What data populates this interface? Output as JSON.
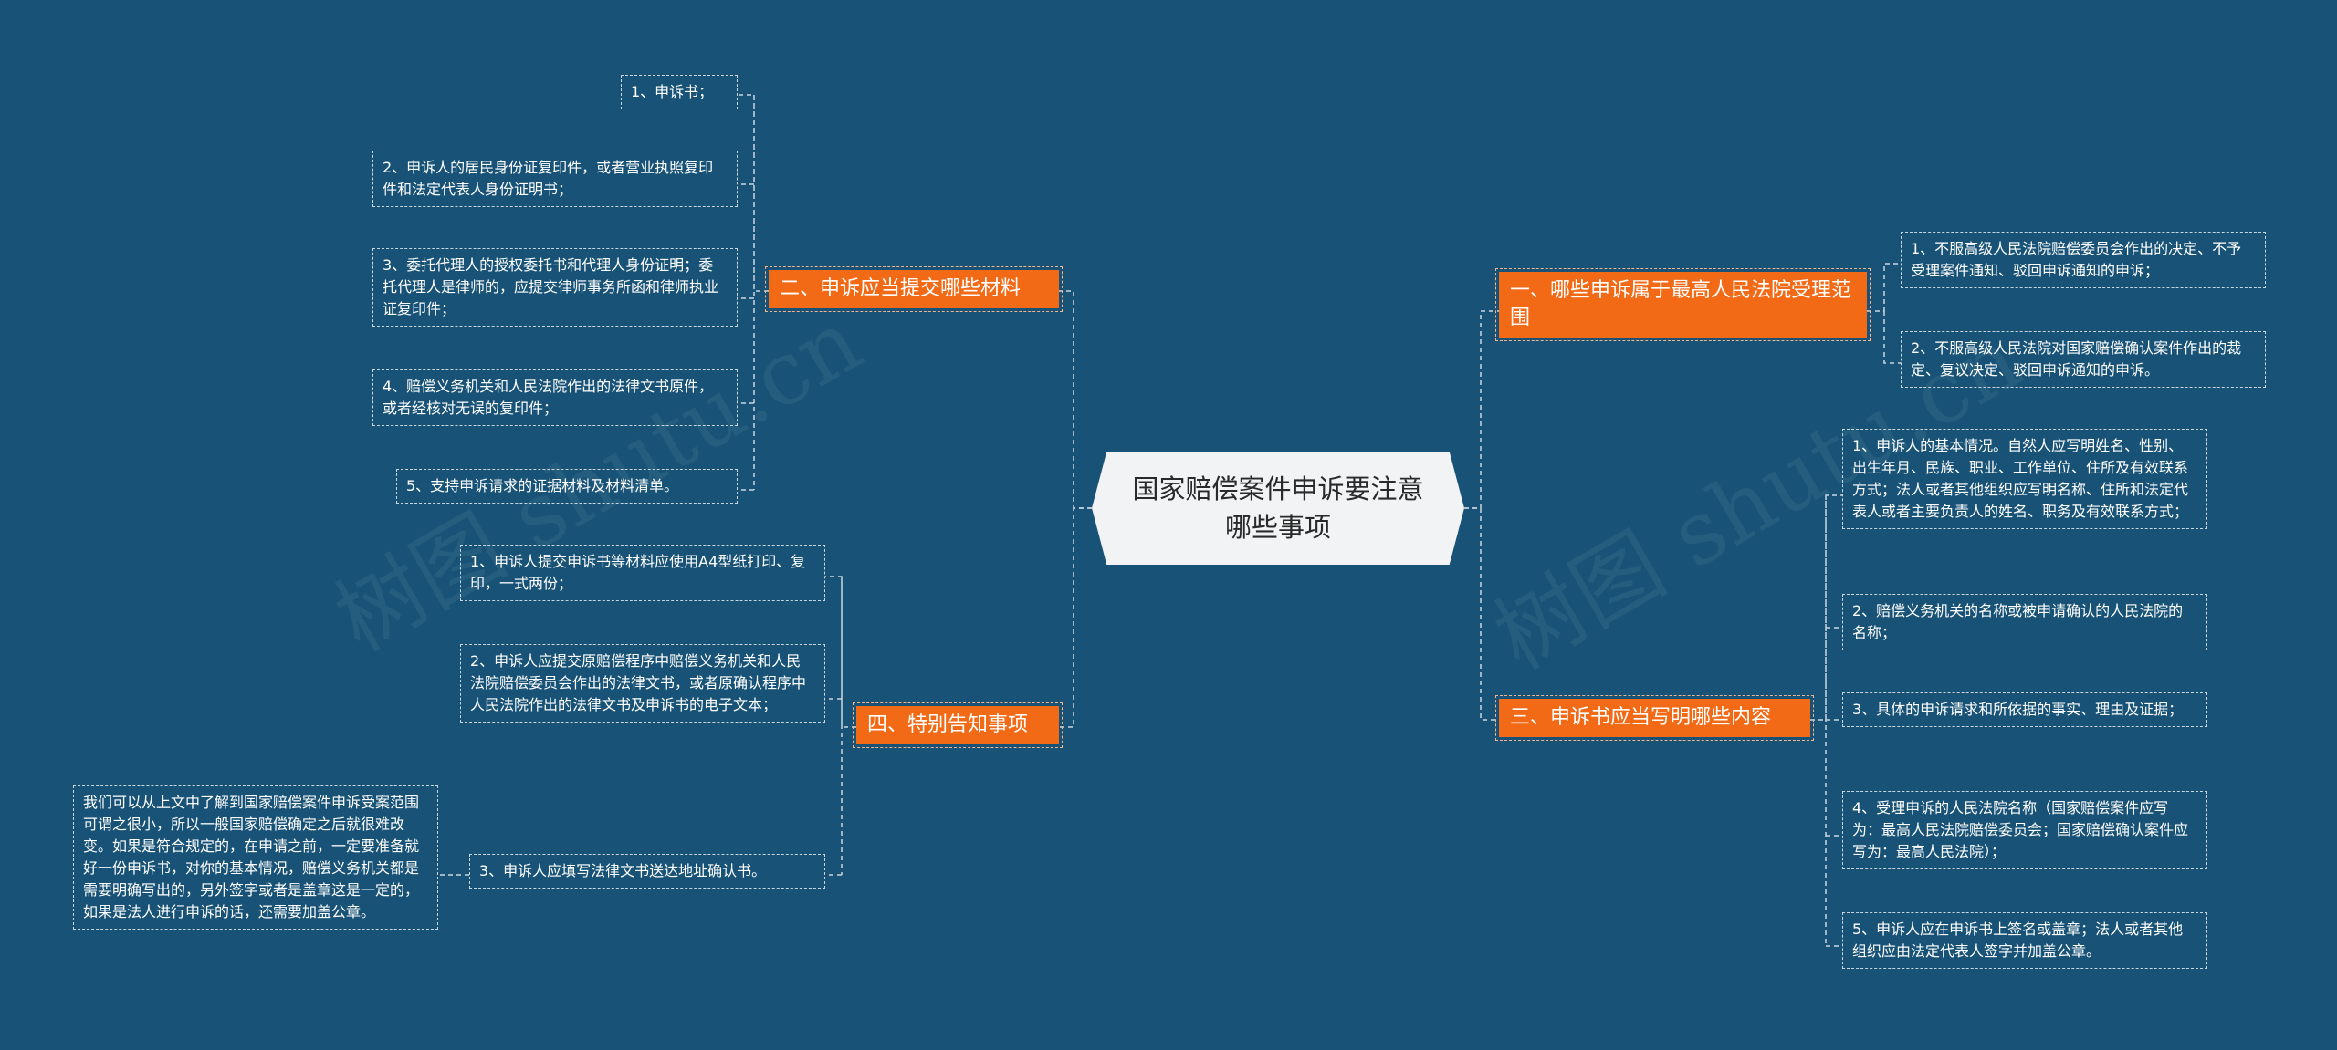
{
  "root": "国家赔偿案件申诉要注意哪些事项",
  "branches": {
    "b1": "一、哪些申诉属于最高人民法院受理范围",
    "b2": "二、申诉应当提交哪些材料",
    "b3": "三、申诉书应当写明哪些内容",
    "b4": "四、特别告知事项"
  },
  "leaves": {
    "b1_1": "1、不服高级人民法院赔偿委员会作出的决定、不予受理案件通知、驳回申诉通知的申诉；",
    "b1_2": "2、不服高级人民法院对国家赔偿确认案件作出的裁定、复议决定、驳回申诉通知的申诉。",
    "b2_1": "1、申诉书；",
    "b2_2": "2、申诉人的居民身份证复印件，或者营业执照复印件和法定代表人身份证明书；",
    "b2_3": "3、委托代理人的授权委托书和代理人身份证明；委托代理人是律师的，应提交律师事务所函和律师执业证复印件；",
    "b2_4": "4、赔偿义务机关和人民法院作出的法律文书原件，或者经核对无误的复印件；",
    "b2_5": "5、支持申诉请求的证据材料及材料清单。",
    "b3_1": "1、申诉人的基本情况。自然人应写明姓名、性别、出生年月、民族、职业、工作单位、住所及有效联系方式；法人或者其他组织应写明名称、住所和法定代表人或者主要负责人的姓名、职务及有效联系方式；",
    "b3_2": "2、赔偿义务机关的名称或被申请确认的人民法院的名称；",
    "b3_3": "3、具体的申诉请求和所依据的事实、理由及证据；",
    "b3_4": "4、受理申诉的人民法院名称（国家赔偿案件应写为：最高人民法院赔偿委员会；国家赔偿确认案件应写为：最高人民法院）；",
    "b3_5": "5、申诉人应在申诉书上签名或盖章；法人或者其他组织应由法定代表人签字并加盖公章。",
    "b4_1": "1、申诉人提交申诉书等材料应使用A4型纸打印、复印，一式两份；",
    "b4_2": "2、申诉人应提交原赔偿程序中赔偿义务机关和人民法院赔偿委员会作出的法律文书，或者原确认程序中人民法院作出的法律文书及申诉书的电子文本；",
    "b4_3": "3、申诉人应填写法律文书送达地址确认书。",
    "b4_3_note": "我们可以从上文中了解到国家赔偿案件申诉受案范围可谓之很小，所以一般国家赔偿确定之后就很难改变。如果是符合规定的，在申请之前，一定要准备就好一份申诉书，对你的基本情况，赔偿义务机关都是需要明确写出的，另外签字或者是盖章这是一定的，如果是法人进行申诉的话，还需要加盖公章。"
  },
  "watermark": "树图 shutu.cn",
  "colors": {
    "background": "#185377",
    "branch": "#f26a16",
    "root": "#f1f3f4",
    "connector": "#c9d6de"
  }
}
